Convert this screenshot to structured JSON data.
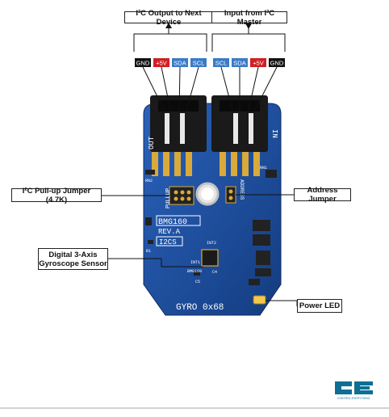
{
  "callouts": {
    "i2c_output": "I²C Output to Next Device",
    "i2c_input": "Input from I²C Master",
    "pullup_jumper": "I²C Pull-up Jumper (4.7K)",
    "address_jumper": "Address Jumper",
    "gyro_sensor": "Digital 3-Axis Gyroscope Sensor",
    "power_led": "Power LED"
  },
  "pin_labels_left": [
    "GND",
    "+5V",
    "SDA",
    "SCL"
  ],
  "pin_labels_right": [
    "SCL",
    "SDA",
    "+5V",
    "GND"
  ],
  "board": {
    "label_out": "OUT",
    "label_in": "IN",
    "part_name": "BMG160",
    "revision": "REV.A",
    "interface": "I2CS",
    "title": "GYRO 0x68",
    "pullup_text": "PULLUP",
    "address_text": "ADDRESS",
    "silk_rn2": "RN2",
    "silk_rn1": "RN1",
    "silk_r1": "R1",
    "silk_int2": "INT2",
    "silk_int1": "INT1",
    "silk_c4": "C4",
    "silk_c5": "C5",
    "silk_bmg": "BMG160"
  },
  "logo": {
    "letters": "CE",
    "tagline": "CONTROL EVERYTHING"
  },
  "colors": {
    "pcb_blue": "#1f4fa0",
    "pin_gnd": "#111111",
    "pin_power": "#d01f24",
    "pin_signal": "#3a7bc8",
    "logo_blue": "#0e6f94"
  }
}
